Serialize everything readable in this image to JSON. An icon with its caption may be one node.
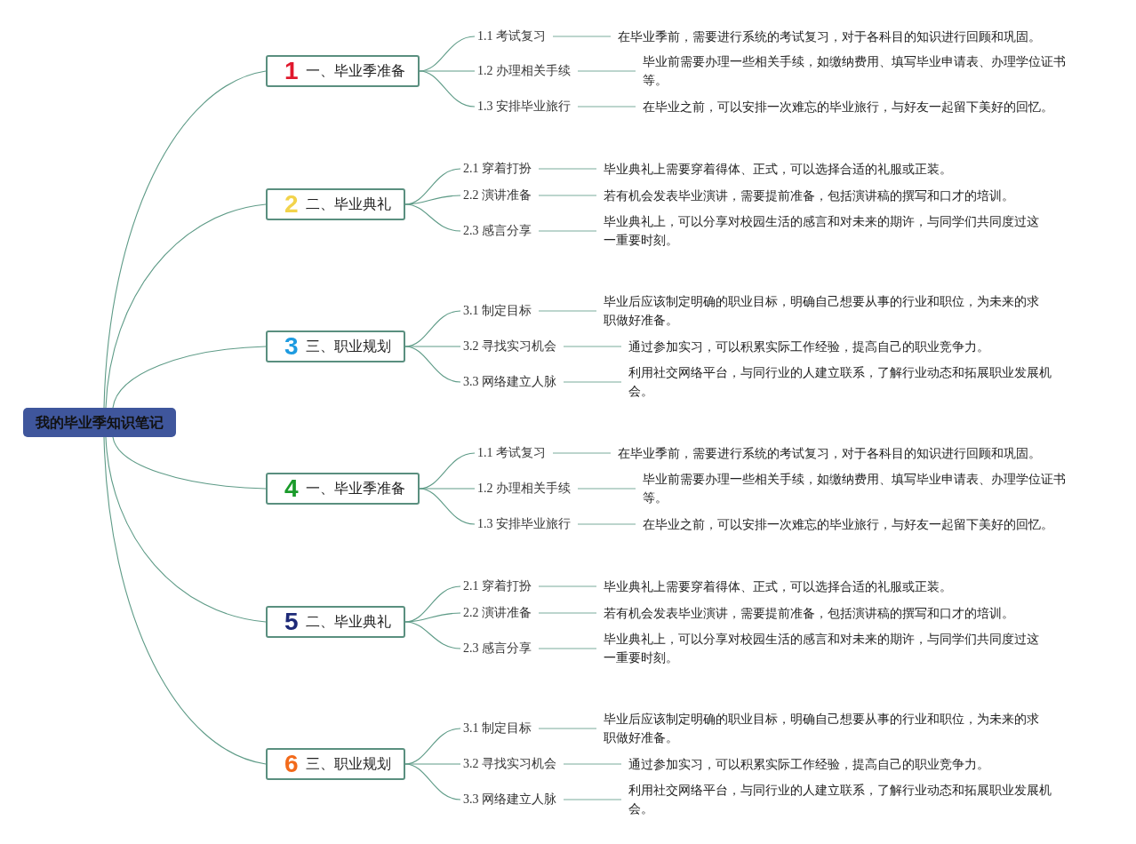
{
  "diagram": {
    "nodes": [
      {
        "text": [
          "我的毕业季知识笔记"
        ]
      },
      {
        "text": [
          "1",
          "一、毕业季准备"
        ]
      },
      {
        "text": [
          "1.1 考试复习"
        ]
      },
      {
        "text": [
          "在毕业季前，需要进行系统的考试复习，对于各科目的知识进行回顾和巩固。"
        ]
      },
      {
        "text": [
          "1.2 办理相关手续"
        ]
      },
      {
        "text": [
          "毕业前需要办理一些相关手续，如缴纳费用、填写毕业申请表、办理学位证书等。"
        ]
      },
      {
        "text": [
          "1.3 安排毕业旅行"
        ]
      },
      {
        "text": [
          "在毕业之前，可以安排一次难忘的毕业旅行，与好友一起留下美好的回忆。"
        ]
      },
      {
        "text": [
          "2",
          "二、毕业典礼"
        ]
      },
      {
        "text": [
          "2.1 穿着打扮"
        ]
      },
      {
        "text": [
          "毕业典礼上需要穿着得体、正式，可以选择合适的礼服或正装。"
        ]
      },
      {
        "text": [
          "2.2 演讲准备"
        ]
      },
      {
        "text": [
          "若有机会发表毕业演讲，需要提前准备，包括演讲稿的撰写和口才的培训。"
        ]
      },
      {
        "text": [
          "2.3 感言分享"
        ]
      },
      {
        "text": [
          "毕业典礼上，可以分享对校园生活的感言和对未来的期许，与同学们共同度过这一重要时刻。"
        ]
      },
      {
        "text": [
          "3",
          "三、职业规划"
        ]
      },
      {
        "text": [
          "3.1 制定目标"
        ]
      },
      {
        "text": [
          "毕业后应该制定明确的职业目标，明确自己想要从事的行业和职位，为未来的求职做好准备。"
        ]
      },
      {
        "text": [
          "3.2 寻找实习机会"
        ]
      },
      {
        "text": [
          "通过参加实习，可以积累实际工作经验，提高自己的职业竞争力。"
        ]
      },
      {
        "text": [
          "3.3 网络建立人脉"
        ]
      },
      {
        "text": [
          "利用社交网络平台，与同行业的人建立联系，了解行业动态和拓展职业发展机会。"
        ]
      },
      {
        "text": [
          "4",
          "一、毕业季准备"
        ]
      },
      {
        "text": [
          "1.1 考试复习"
        ]
      },
      {
        "text": [
          "在毕业季前，需要进行系统的考试复习，对于各科目的知识进行回顾和巩固。"
        ]
      },
      {
        "text": [
          "1.2 办理相关手续"
        ]
      },
      {
        "text": [
          "毕业前需要办理一些相关手续，如缴纳费用、填写毕业申请表、办理学位证书等。"
        ]
      },
      {
        "text": [
          "1.3 安排毕业旅行"
        ]
      },
      {
        "text": [
          "在毕业之前，可以安排一次难忘的毕业旅行，与好友一起留下美好的回忆。"
        ]
      },
      {
        "text": [
          "5",
          "二、毕业典礼"
        ]
      },
      {
        "text": [
          "2.1 穿着打扮"
        ]
      },
      {
        "text": [
          "毕业典礼上需要穿着得体、正式，可以选择合适的礼服或正装。"
        ]
      },
      {
        "text": [
          "2.2 演讲准备"
        ]
      },
      {
        "text": [
          "若有机会发表毕业演讲，需要提前准备，包括演讲稿的撰写和口才的培训。"
        ]
      },
      {
        "text": [
          "2.3 感言分享"
        ]
      },
      {
        "text": [
          "毕业典礼上，可以分享对校园生活的感言和对未来的期许，与同学们共同度过这一重要时刻。"
        ]
      },
      {
        "text": [
          "6",
          "三、职业规划"
        ]
      },
      {
        "text": [
          "3.1 制定目标"
        ]
      },
      {
        "text": [
          "毕业后应该制定明确的职业目标，明确自己想要从事的行业和职位，为未来的求职做好准备。"
        ]
      },
      {
        "text": [
          "3.2 寻找实习机会"
        ]
      },
      {
        "text": [
          "通过参加实习，可以积累实际工作经验，提高自己的职业竞争力。"
        ]
      },
      {
        "text": [
          "3.3 网络建立人脉"
        ]
      },
      {
        "text": [
          "利用社交网络平台，与同行业的人建立联系，了解行业动态和拓展职业发展机会。"
        ]
      }
    ],
    "edges": [
      {
        "from": 0,
        "to": 1,
        "arrow": "none"
      },
      {
        "from": 1,
        "to": 2,
        "arrow": "none"
      },
      {
        "from": 2,
        "to": 3,
        "arrow": "none",
        "color": "#a6c7bd"
      },
      {
        "from": 1,
        "to": 4,
        "arrow": "none"
      },
      {
        "from": 4,
        "to": 5,
        "arrow": "none",
        "color": "#a6c7bd"
      },
      {
        "from": 1,
        "to": 6,
        "arrow": "none"
      },
      {
        "from": 6,
        "to": 7,
        "arrow": "none",
        "color": "#a6c7bd"
      },
      {
        "from": 0,
        "to": 8,
        "arrow": "none"
      },
      {
        "from": 8,
        "to": 9,
        "arrow": "none"
      },
      {
        "from": 9,
        "to": 10,
        "arrow": "none",
        "color": "#a6c7bd"
      },
      {
        "from": 8,
        "to": 11,
        "arrow": "none"
      },
      {
        "from": 11,
        "to": 12,
        "arrow": "none",
        "color": "#a6c7bd"
      },
      {
        "from": 8,
        "to": 13,
        "arrow": "none"
      },
      {
        "from": 13,
        "to": 14,
        "arrow": "none",
        "color": "#a6c7bd"
      },
      {
        "from": 0,
        "to": 15,
        "arrow": "none"
      },
      {
        "from": 15,
        "to": 16,
        "arrow": "none"
      },
      {
        "from": 16,
        "to": 17,
        "arrow": "none",
        "color": "#a6c7bd"
      },
      {
        "from": 15,
        "to": 18,
        "arrow": "none"
      },
      {
        "from": 18,
        "to": 19,
        "arrow": "none",
        "color": "#a6c7bd"
      },
      {
        "from": 15,
        "to": 20,
        "arrow": "none"
      },
      {
        "from": 20,
        "to": 21,
        "arrow": "none",
        "color": "#a6c7bd"
      },
      {
        "from": 0,
        "to": 22,
        "arrow": "none"
      },
      {
        "from": 22,
        "to": 23,
        "arrow": "none"
      },
      {
        "from": 23,
        "to": 24,
        "arrow": "none",
        "color": "#a6c7bd"
      },
      {
        "from": 22,
        "to": 25,
        "arrow": "none"
      },
      {
        "from": 25,
        "to": 26,
        "arrow": "none",
        "color": "#a6c7bd"
      },
      {
        "from": 22,
        "to": 27,
        "arrow": "none"
      },
      {
        "from": 27,
        "to": 28,
        "arrow": "none",
        "color": "#a6c7bd"
      },
      {
        "from": 0,
        "to": 29,
        "arrow": "none"
      },
      {
        "from": 29,
        "to": 30,
        "arrow": "none"
      },
      {
        "from": 30,
        "to": 31,
        "arrow": "none",
        "color": "#a6c7bd"
      },
      {
        "from": 29,
        "to": 32,
        "arrow": "none"
      },
      {
        "from": 32,
        "to": 33,
        "arrow": "none",
        "color": "#a6c7bd"
      },
      {
        "from": 29,
        "to": 34,
        "arrow": "none"
      },
      {
        "from": 34,
        "to": 35,
        "arrow": "none",
        "color": "#a6c7bd"
      },
      {
        "from": 0,
        "to": 36,
        "arrow": "none"
      },
      {
        "from": 36,
        "to": 37,
        "arrow": "none"
      },
      {
        "from": 37,
        "to": 38,
        "arrow": "none",
        "color": "#a6c7bd"
      },
      {
        "from": 36,
        "to": 39,
        "arrow": "none"
      },
      {
        "from": 39,
        "to": 40,
        "arrow": "none",
        "color": "#a6c7bd"
      },
      {
        "from": 36,
        "to": 41,
        "arrow": "none"
      },
      {
        "from": 41,
        "to": 42,
        "arrow": "none",
        "color": "#a6c7bd"
      }
    ]
  }
}
